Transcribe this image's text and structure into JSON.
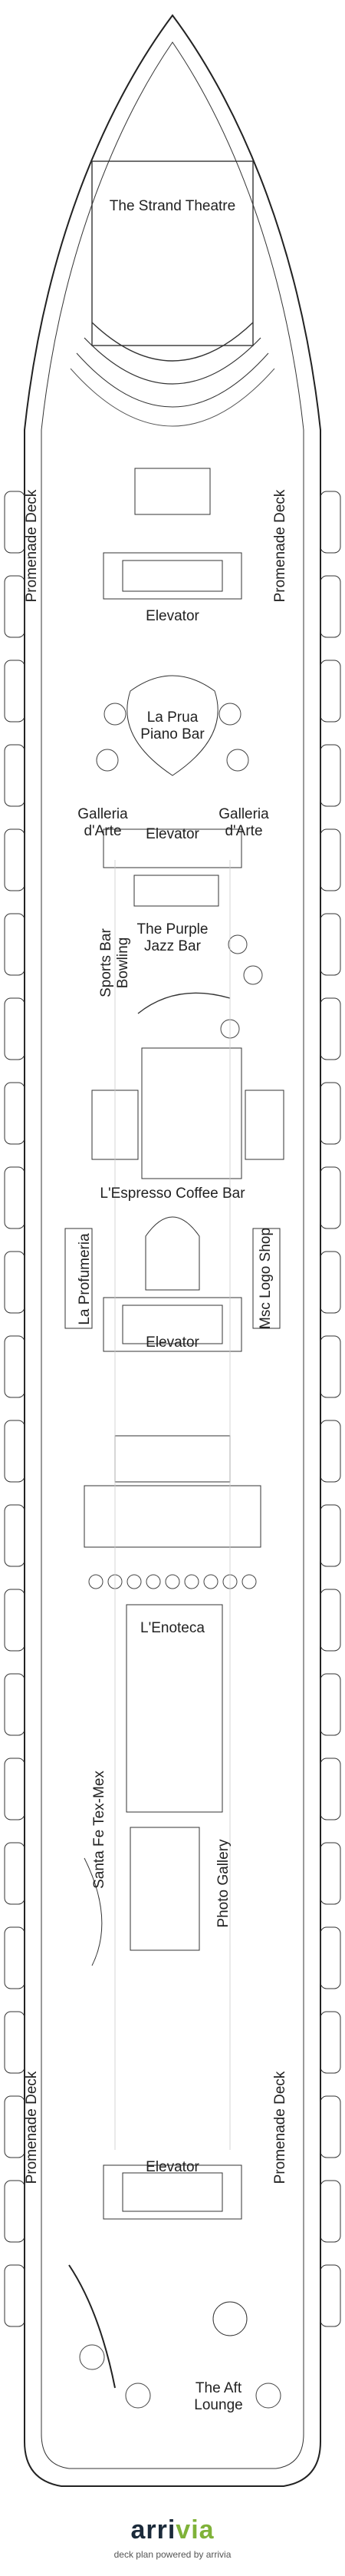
{
  "venues": {
    "strand_theatre": "The Strand Theatre",
    "elevator_fwd": "Elevator",
    "la_prua_piano_bar": "La Prua\nPiano Bar",
    "galleria_left": "Galleria\nd'Arte",
    "galleria_right": "Galleria\nd'Arte",
    "elevator_mid": "Elevator",
    "sports_bar_bowling": "Sports Bar\nBowling",
    "purple_jazz_bar": "The Purple\nJazz Bar",
    "espresso_coffee_bar": "L'Espresso Coffee Bar",
    "la_profumeria": "La Profumeria",
    "msc_logo_shop": "Msc Logo Shop",
    "elevator_aft_mid": "Elevator",
    "lenoteca": "L'Enoteca",
    "santa_fe_tex_mex": "Santa Fe Tex-Mex",
    "photo_gallery": "Photo Gallery",
    "elevator_aft": "Elevator",
    "aft_lounge": "The Aft\nLounge",
    "promenade_deck_fwd_left": "Promenade Deck",
    "promenade_deck_fwd_right": "Promenade Deck",
    "promenade_deck_aft_left": "Promenade Deck",
    "promenade_deck_aft_right": "Promenade Deck"
  },
  "footer": {
    "brand_part1": "arri",
    "brand_part2": "via",
    "powered_by": "deck plan powered by arrivia"
  }
}
